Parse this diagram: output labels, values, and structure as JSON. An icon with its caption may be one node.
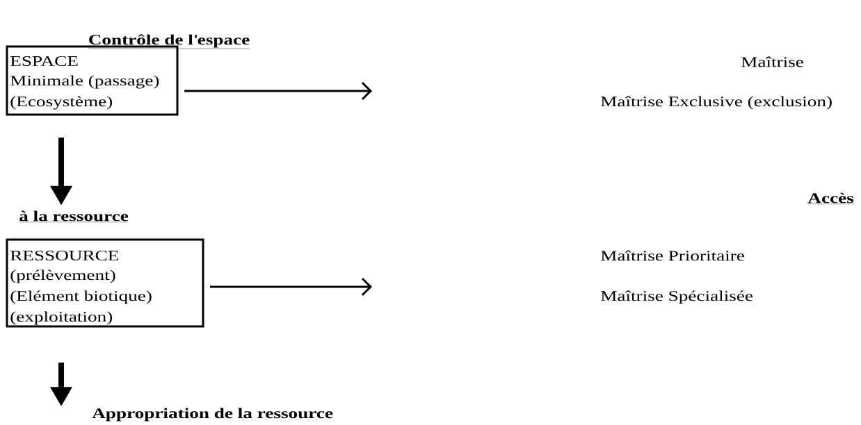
{
  "diagram": {
    "nodes": [
      {
        "text": [
          "Contrôle de l'espace",
          "ESPACE",
          "Minimale (passage)",
          "(Ecosystème)"
        ]
      },
      {
        "text": [
          "à la ressource",
          "RESSOURCE",
          "(prélèvement)",
          "(Elément biotique)",
          "(exploitation)"
        ]
      },
      {
        "text": [
          "Appropriation de la ressource"
        ]
      }
    ],
    "edges": [
      {
        "from": 0,
        "to": null,
        "arrow": "to"
      },
      {
        "from": 0,
        "to": 1,
        "arrow": "to",
        "style": "thick"
      },
      {
        "from": 1,
        "to": null,
        "arrow": "to"
      },
      {
        "from": 1,
        "to": 2,
        "arrow": "to",
        "style": "thick"
      }
    ],
    "labels": [
      "Maîtrise",
      "Maîtrise Exclusive (exclusion)",
      "Accès",
      "Maîtrise Prioritaire",
      "Maîtrise Spécialisée"
    ]
  }
}
